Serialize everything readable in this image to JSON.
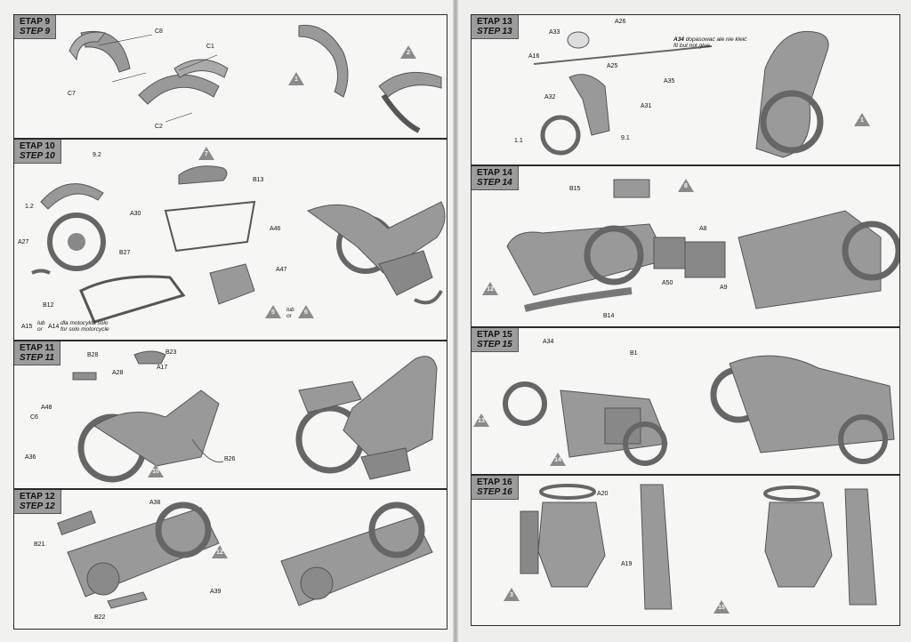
{
  "steps": {
    "s9": {
      "etap": "ETAP 9",
      "step": "STEP 9"
    },
    "s10": {
      "etap": "ETAP 10",
      "step": "STEP 10"
    },
    "s11": {
      "etap": "ETAP 11",
      "step": "STEP 11"
    },
    "s12": {
      "etap": "ETAP 12",
      "step": "STEP 12"
    },
    "s13": {
      "etap": "ETAP 13",
      "step": "STEP 13"
    },
    "s14": {
      "etap": "ETAP 14",
      "step": "STEP 14"
    },
    "s15": {
      "etap": "ETAP 15",
      "step": "STEP 15"
    },
    "s16": {
      "etap": "ETAP 16",
      "step": "STEP 16"
    }
  },
  "labels": {
    "s9": {
      "c8": "C8",
      "c1": "C1",
      "c7": "C7",
      "c2": "C2"
    },
    "s10": {
      "p92": "9.2",
      "p12": "1.2",
      "a27": "A27",
      "a30": "A30",
      "b27": "B27",
      "b12": "B12",
      "a15": "A15",
      "lub1": "lub",
      "or1": "or",
      "a14": "A14",
      "b13": "B13",
      "a46": "A46",
      "a47": "A47",
      "lub2": "lub",
      "or2": "or"
    },
    "s11": {
      "b28": "B28",
      "b23": "B23",
      "a28": "A28",
      "a17": "A17",
      "a48": "A48",
      "c6": "C6",
      "a36": "A36",
      "b26": "B26"
    },
    "s12": {
      "a38": "A38",
      "b21": "B21",
      "a39": "A39",
      "b22": "B22"
    },
    "s13": {
      "a26": "A26",
      "a33": "A33",
      "a16": "A16",
      "a25": "A25",
      "a35": "A35",
      "a32": "A32",
      "a31": "A31",
      "p11": "1.1",
      "p91": "9.1"
    },
    "s14": {
      "b15": "B15",
      "a8": "A8",
      "a9": "A9",
      "a50": "A50",
      "b14": "B14"
    },
    "s15": {
      "a34": "A34",
      "b1": "B1"
    },
    "s16": {
      "a20": "A20",
      "a19": "A19"
    }
  },
  "notes": {
    "solo": {
      "pl": "dla motocykla solo",
      "en": "for solo motorcycle"
    },
    "a34": {
      "code": "A34",
      "pl": "dopasować ale nie kleić",
      "en": "fit but not glue"
    }
  },
  "markers": {
    "s9": [
      "1",
      "2"
    ],
    "s10": [
      "7",
      "5",
      "6"
    ],
    "s11": [
      "10"
    ],
    "s12": [
      "12"
    ],
    "s13": [
      "1"
    ],
    "s14": [
      "8",
      "12"
    ],
    "s15": [
      "13",
      "14"
    ],
    "s16": [
      "3",
      "15"
    ]
  },
  "colors": {
    "paper": "#f1f1ef",
    "part": "#8a8a8a",
    "tag": "#9c9c9c",
    "border": "#2a2a2a"
  }
}
